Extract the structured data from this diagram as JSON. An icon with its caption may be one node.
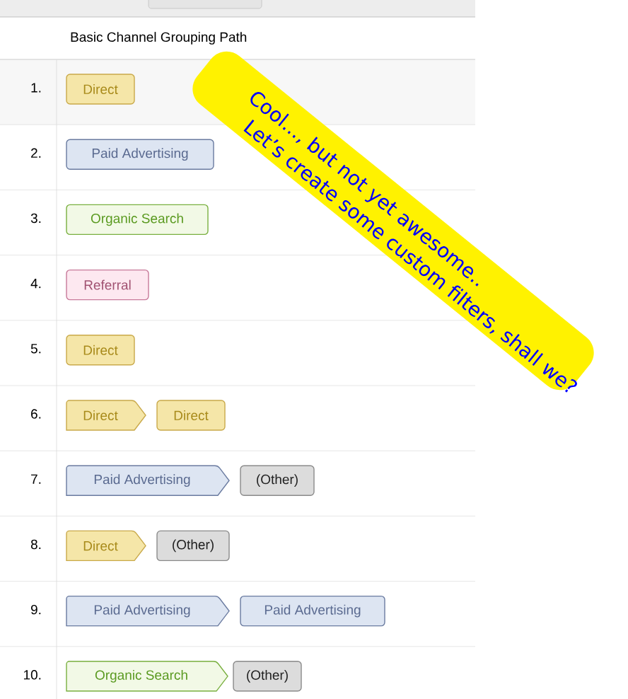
{
  "diagram": {
    "nodes": [
      {
        "text": [
          "Direct"
        ]
      },
      {
        "text": [
          "Paid Advertising"
        ]
      },
      {
        "text": [
          "Organic Search"
        ]
      },
      {
        "text": [
          "Referral"
        ]
      },
      {
        "text": [
          "Direct"
        ]
      },
      {
        "text": [
          "Direct"
        ]
      },
      {
        "text": [
          "Direct"
        ]
      },
      {
        "text": [
          "Paid Advertising"
        ]
      },
      {
        "text": [
          "(Other)"
        ]
      },
      {
        "text": [
          "Direct"
        ]
      },
      {
        "text": [
          "(Other)"
        ]
      },
      {
        "text": [
          "Paid Advertising"
        ]
      },
      {
        "text": [
          "Paid Advertising"
        ]
      },
      {
        "text": [
          "Organic Search"
        ]
      },
      {
        "text": [
          "(Other)"
        ]
      }
    ],
    "labels": [
      "Basic Channel Grouping Path",
      "1.",
      "Cool..., but not yet awesome..",
      "Let’s create some custom filters, shall we?",
      "2.",
      "3.",
      "4.",
      "5.",
      "6.",
      "7.",
      "8.",
      "9.",
      "10."
    ]
  }
}
